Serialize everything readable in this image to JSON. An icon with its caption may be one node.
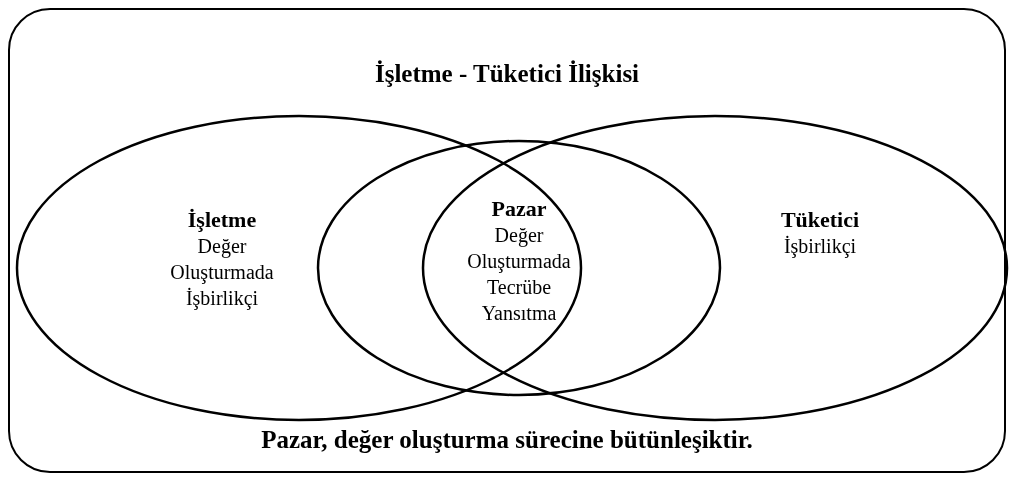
{
  "diagram": {
    "nodes": [
      {
        "text": [
          "İşletme - Tüketici İlişkisi",
          "Pazar, değer oluşturma sürecine bütünleşiktir."
        ]
      },
      {
        "text": [
          "İşletme",
          "Değer Oluşturmada İşbirlikçi"
        ],
        "in": 0
      },
      {
        "text": [
          "Pazar",
          "Değer Oluşturmada Tecrübe Yansıtma"
        ],
        "in": 0
      },
      {
        "text": [
          "Tüketici",
          "İşbirlikçi"
        ],
        "in": 0
      }
    ]
  }
}
